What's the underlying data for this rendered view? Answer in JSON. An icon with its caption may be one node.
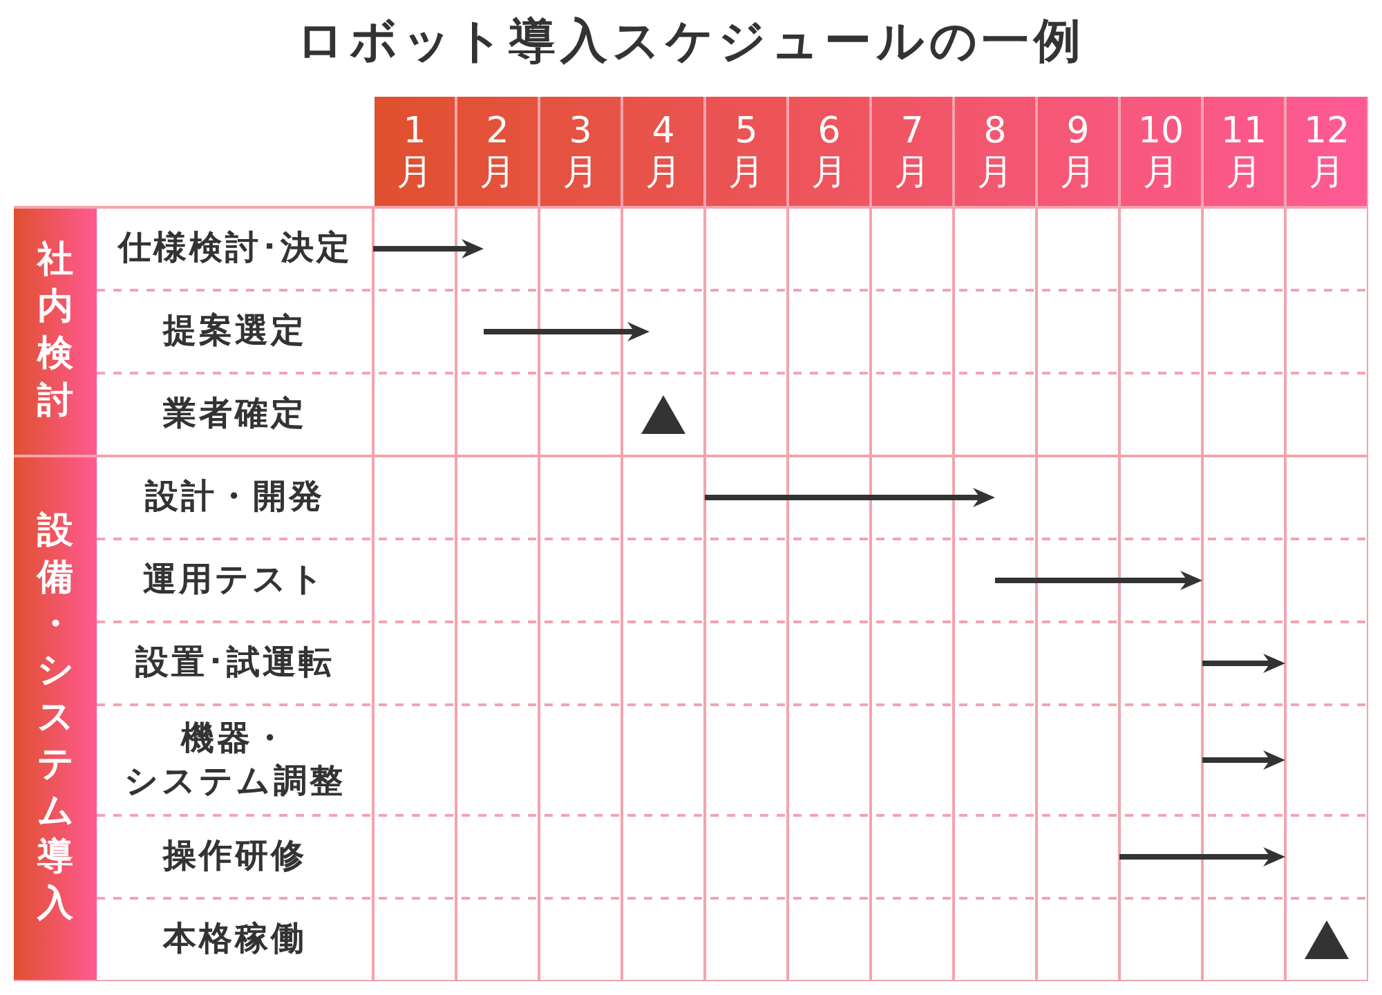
{
  "diagram": {
    "title": "ロボット導入スケジュールの一例",
    "nodes": [
      {
        "text": [
          "1月"
        ]
      },
      {
        "text": [
          "2月"
        ]
      },
      {
        "text": [
          "3月"
        ]
      },
      {
        "text": [
          "4月"
        ]
      },
      {
        "text": [
          "5月"
        ]
      },
      {
        "text": [
          "6月"
        ]
      },
      {
        "text": [
          "7月"
        ]
      },
      {
        "text": [
          "8月"
        ]
      },
      {
        "text": [
          "9月"
        ]
      },
      {
        "text": [
          "10月"
        ]
      },
      {
        "text": [
          "11月"
        ]
      },
      {
        "text": [
          "12月"
        ]
      },
      {
        "text": [
          "社内検討"
        ]
      },
      {
        "text": [
          "仕様検討･決定"
        ]
      },
      {
        "text": [
          "提案選定"
        ]
      },
      {
        "text": [
          "業者確定"
        ]
      },
      {
        "text": [
          "設備・システム導入"
        ]
      },
      {
        "text": [
          "設計・開発"
        ]
      },
      {
        "text": [
          "運用テスト"
        ]
      },
      {
        "text": [
          "設置･試運転"
        ]
      },
      {
        "text": [
          "機器・システム調整"
        ]
      },
      {
        "text": [
          "操作研修"
        ]
      },
      {
        "text": [
          "本格稼働"
        ]
      }
    ]
  }
}
